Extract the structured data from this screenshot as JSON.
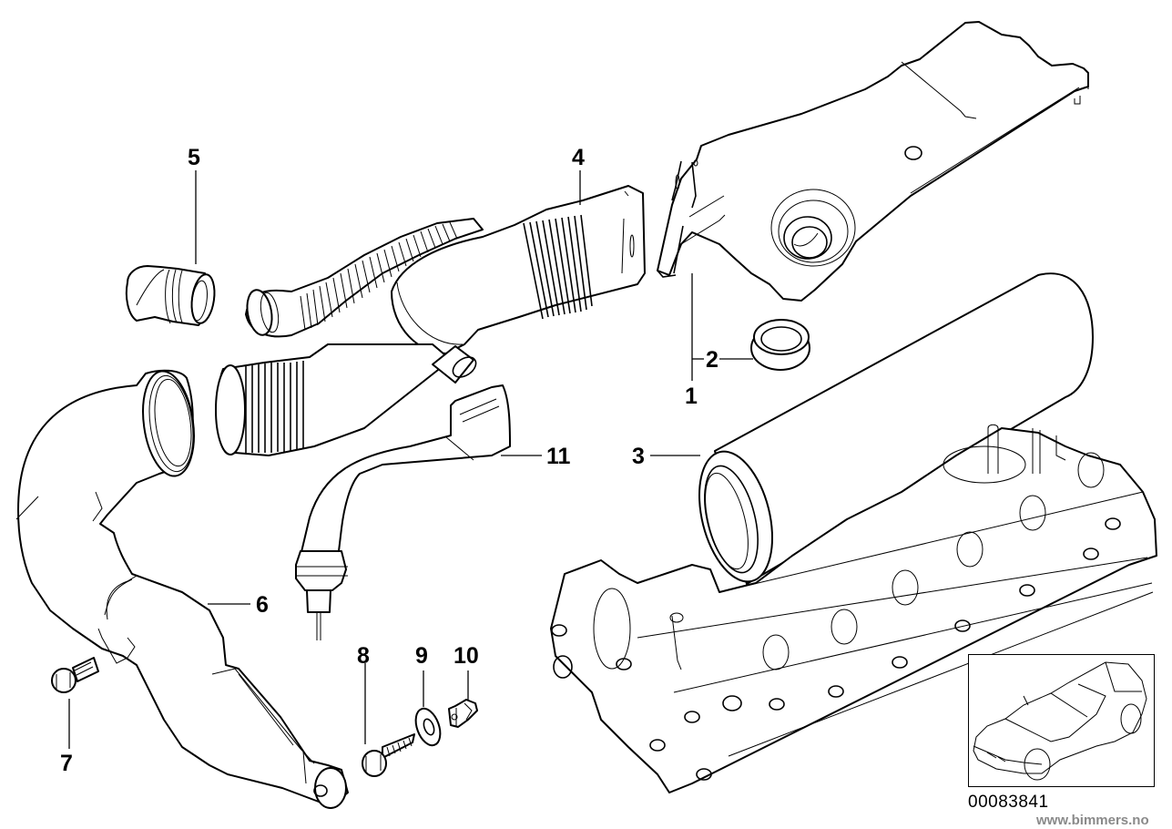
{
  "diagram": {
    "title": "Air intake system parts diagram",
    "diagram_number": "00083841",
    "watermark": "www.bimmers.no",
    "line_color": "#000000",
    "background_color": "#ffffff",
    "watermark_color": "#8a8a8a"
  },
  "callouts": [
    {
      "number": "1",
      "part": "intake silencer housing upper"
    },
    {
      "number": "2",
      "part": "sealing ring"
    },
    {
      "number": "3",
      "part": "air filter element"
    },
    {
      "number": "4",
      "part": "intake duct bellows"
    },
    {
      "number": "5",
      "part": "connector pipe"
    },
    {
      "number": "6",
      "part": "intake pipe"
    },
    {
      "number": "7",
      "part": "hex bolt"
    },
    {
      "number": "8",
      "part": "sheet metal screw"
    },
    {
      "number": "9",
      "part": "washer"
    },
    {
      "number": "10",
      "part": "clip nut"
    },
    {
      "number": "11",
      "part": "vent hose"
    }
  ],
  "inset": {
    "label": "vehicle location thumbnail",
    "icon": "sedan-car-icon"
  }
}
